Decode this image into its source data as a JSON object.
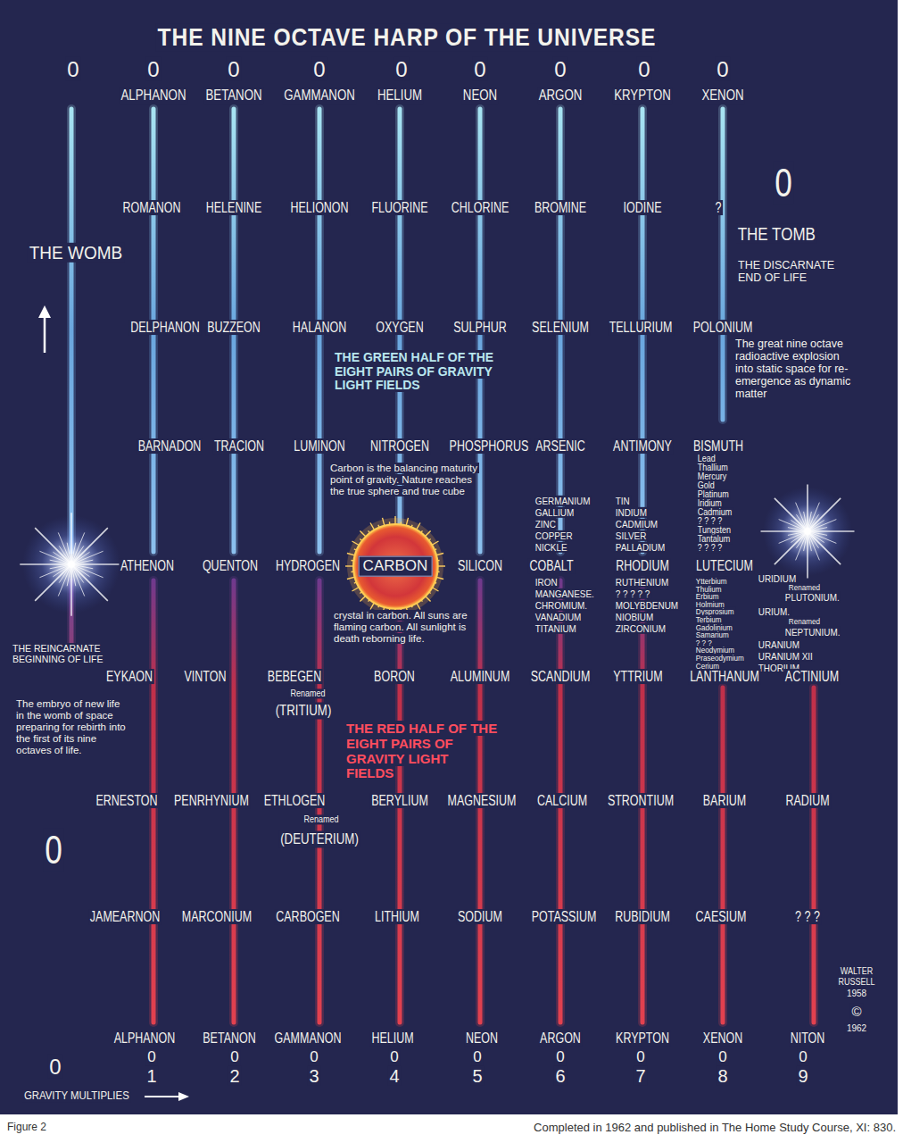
{
  "diagram": {
    "title": "THE NINE OCTAVE HARP OF THE UNIVERSE",
    "caption": "Completed in 1962 and published in The Home Study Course, XI: 830.",
    "nodes": [
      {
        "text": [
          "CARBON"
        ]
      }
    ],
    "labels": [
      "0",
      "0",
      "0",
      "0",
      "0",
      "0",
      "0",
      "0",
      "0",
      "ALPHANON",
      "BETANON",
      "GAMMANON",
      "HELIUM",
      "NEON",
      "ARGON",
      "KRYPTON",
      "XENON",
      "ROMANON",
      "HELENINE",
      "HELIONON",
      "FLUORINE",
      "CHLORINE",
      "BROMINE",
      "IODINE",
      "?",
      "0",
      "THE TOMB",
      "THE DISCARNATE END OF LIFE",
      "THE WOMB",
      "DELPHANON",
      "BUZZEON",
      "HALANON",
      "OXYGEN",
      "SULPHUR",
      "SELENIUM",
      "TELLURIUM",
      "POLONIUM",
      "THE GREEN HALF OF THE EIGHT PAIRS OF GRAVITY LIGHT FIELDS",
      "The great nine octave radioactive explosion into static space for re-emergence as dynamic matter",
      "BARNADON",
      "TRACION",
      "LUMINON",
      "NITROGEN",
      "PHOSPHORUS",
      "ARSENIC",
      "ANTIMONY",
      "BISMUTH",
      "Carbon is the balancing maturity point of gravity. Nature reaches the true sphere and true cube",
      "GERMANIUM",
      "GALLIUM",
      "ZINC",
      "COPPER",
      "NICKLE",
      "TIN",
      "INDIUM",
      "CADMIUM",
      "SILVER",
      "PALLADIUM",
      "Lead",
      "Thallium",
      "Mercury",
      "Gold",
      "Platinum",
      "Iridium",
      "Cadmium",
      "? ? ? ?",
      "Tungsten",
      "Tantalum",
      "? ? ? ?",
      "ATHENON",
      "QUENTON",
      "HYDROGEN",
      "SILICON",
      "COBALT",
      "RHODIUM",
      "LUTECIUM",
      "IRON",
      "MANGANESE.",
      "CHROMIUM.",
      "VANADIUM",
      "TITANIUM",
      "RUTHENIUM",
      "? ? ? ? ?",
      "MOLYBDENUM",
      "NIOBIUM",
      "ZIRCONIUM",
      "Ytterbium",
      "Thulium",
      "Erbium",
      "Holmium",
      "Dysprosium",
      "Terbium",
      "Gadolinium",
      "Samarium",
      "? ? ?",
      "Neodymium",
      "Praseodymium",
      "Cerium",
      "URIDIUM",
      "Renamed",
      "PLUTONIUM.",
      "URIUM.",
      "Renamed",
      "NEPTUNIUM.",
      "URANIUM",
      "URANIUM XII",
      "THORIUM",
      "crystal in carbon. All suns are flaming carbon. All sunlight is death reborning life.",
      "THE REINCARNATE BEGINNING OF LIFE",
      "EYKAON",
      "VINTON",
      "BEBEGEN",
      "BORON",
      "ALUMINUM",
      "SCANDIUM",
      "YTTRIUM",
      "LANTHANUM",
      "ACTINIUM",
      "Renamed",
      "(TRITIUM)",
      "The embryo of new life in the womb of space preparing for rebirth into the first of its nine octaves of life.",
      "THE RED HALF OF THE EIGHT PAIRS OF GRAVITY LIGHT FIELDS",
      "ERNESTON",
      "PENRHYNIUM",
      "ETHLOGEN",
      "BERYLIUM",
      "MAGNESIUM",
      "CALCIUM",
      "STRONTIUM",
      "BARIUM",
      "RADIUM",
      "Renamed",
      "(DEUTERIUM)",
      "0",
      "JAMEARNON",
      "MARCONIUM",
      "CARBOGEN",
      "LITHIUM",
      "SODIUM",
      "POTASSIUM",
      "RUBIDIUM",
      "CAESIUM",
      "? ? ?",
      "WALTER",
      "RUSSELL",
      "1958",
      "©",
      "1962",
      "ALPHANON",
      "BETANON",
      "GAMMANON",
      "HELIUM",
      "NEON",
      "ARGON",
      "KRYPTON",
      "XENON",
      "NITON",
      "0",
      "0",
      "0",
      "0",
      "0",
      "0",
      "0",
      "0",
      "0",
      "0",
      "1",
      "2",
      "3",
      "4",
      "5",
      "6",
      "7",
      "8",
      "9",
      "GRAVITY MULTIPLIES",
      "Figure 2"
    ]
  }
}
